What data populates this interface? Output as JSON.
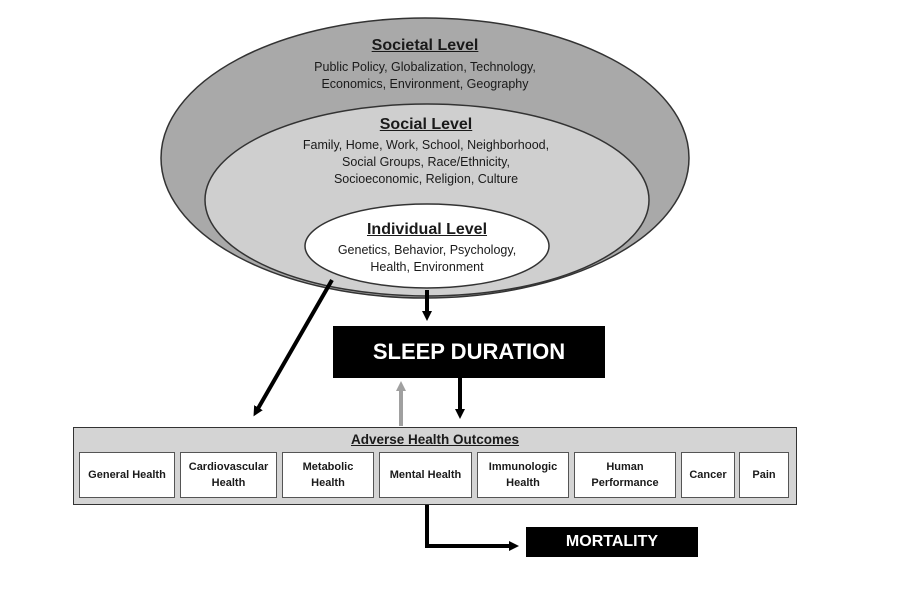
{
  "societal": {
    "title": "Societal Level",
    "lines": [
      "Public Policy, Globalization, Technology,",
      "Economics, Environment, Geography"
    ]
  },
  "social": {
    "title": "Social Level",
    "lines": [
      "Family, Home, Work, School, Neighborhood,",
      "Social Groups, Race/Ethnicity,",
      "Socioeconomic, Religion, Culture"
    ]
  },
  "individual": {
    "title": "Individual Level",
    "lines": [
      "Genetics, Behavior, Psychology,",
      "Health, Environment"
    ]
  },
  "sleep_duration": "SLEEP DURATION",
  "adverse": {
    "title": "Adverse Health Outcomes",
    "items": [
      {
        "line1": "General Health",
        "line2": ""
      },
      {
        "line1": "Cardiovascular",
        "line2": "Health"
      },
      {
        "line1": "Metabolic",
        "line2": "Health"
      },
      {
        "line1": "Mental Health",
        "line2": ""
      },
      {
        "line1": "Immunologic",
        "line2": "Health"
      },
      {
        "line1": "Human",
        "line2": "Performance"
      },
      {
        "line1": "Cancer",
        "line2": ""
      },
      {
        "line1": "Pain",
        "line2": ""
      }
    ]
  },
  "mortality": "MORTALITY",
  "colors": {
    "societal_fill": "#a9a9a9",
    "social_fill": "#cfcfcf",
    "individual_fill": "#ffffff",
    "panel_fill": "#d4d4d4",
    "black": "#000000",
    "feedback_arrow": "#a0a0a0"
  }
}
